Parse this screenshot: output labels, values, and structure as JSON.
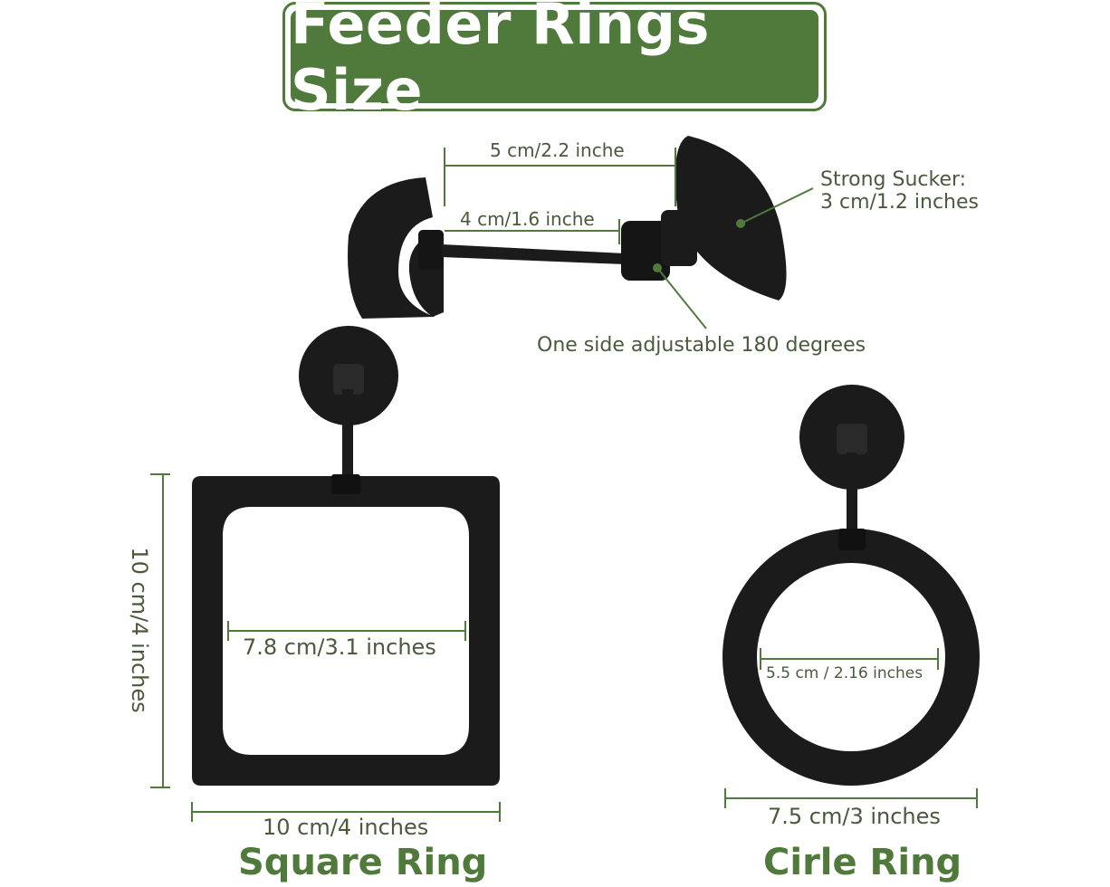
{
  "title": "Feeder Rings Size",
  "top_assembly": {
    "dim_5cm": "5 cm/2.2 inche",
    "dim_4cm": "4 cm/1.6 inche",
    "sucker_line1": "Strong Sucker:",
    "sucker_line2": "3 cm/1.2 inches",
    "adjustable": "One side adjustable 180 degrees"
  },
  "square_ring": {
    "height_label": "10 cm/4 inches",
    "inner_label": "7.8 cm/3.1 inches",
    "width_label": "10 cm/4 inches",
    "name": "Square Ring"
  },
  "circle_ring": {
    "inner_label": "5.5 cm / 2.16 inches",
    "width_label": "7.5 cm/3 inches",
    "name": "Cirle Ring"
  },
  "colors": {
    "accent_green": "#4f7a3b",
    "ring_black": "#1b1b1b"
  }
}
